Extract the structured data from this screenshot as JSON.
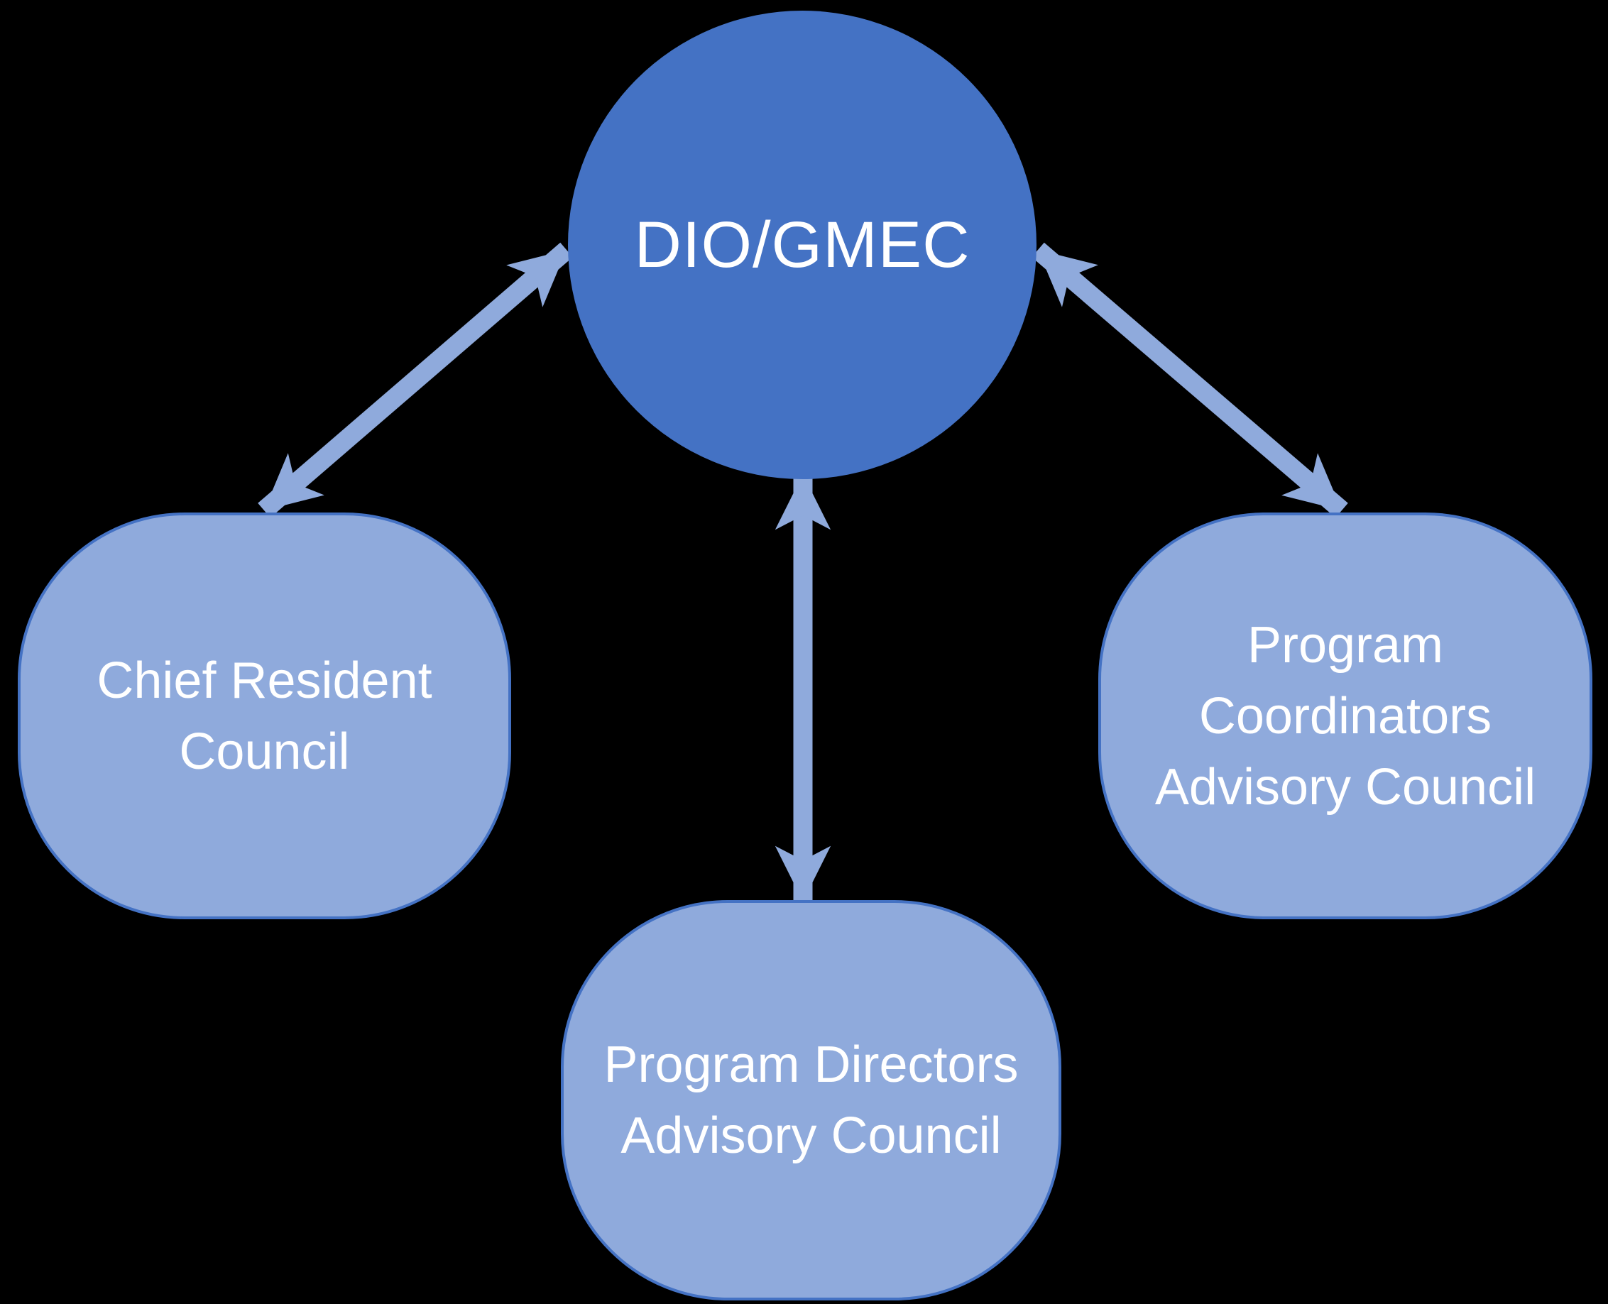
{
  "colors": {
    "bg": "#000000",
    "circle_fill": "#4472C4",
    "box_fill": "#8FAADC",
    "box_border": "#4472C4",
    "arrow": "#8FAADC",
    "text": "#FFFFFF"
  },
  "diagram": {
    "center_node": {
      "id": "dio-gmec",
      "label": "DIO/GMEC"
    },
    "nodes": {
      "chief_resident_council": {
        "label": "Chief Resident Council",
        "lines": [
          "Chief Resident",
          "Council"
        ]
      },
      "program_directors_advisory_council": {
        "label": "Program Directors Advisory Council",
        "lines": [
          "Program Directors",
          "Advisory Council"
        ]
      },
      "program_coordinators_advisory_council": {
        "label": "Program Coordinators Advisory Council",
        "lines": [
          "Program",
          "Coordinators",
          "Advisory Council"
        ]
      }
    },
    "connections": [
      {
        "from": "dio-gmec",
        "to": "chief_resident_council",
        "type": "bidirectional-arrow"
      },
      {
        "from": "dio-gmec",
        "to": "program_directors_advisory_council",
        "type": "bidirectional-arrow"
      },
      {
        "from": "dio-gmec",
        "to": "program_coordinators_advisory_council",
        "type": "bidirectional-arrow"
      }
    ]
  }
}
